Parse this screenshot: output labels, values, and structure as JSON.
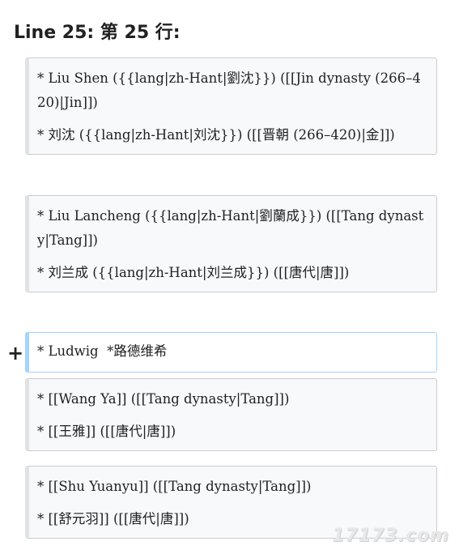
{
  "heading": "Line 25: 第 25 行:",
  "marker": "+",
  "blocks": [
    {
      "lines": [
        "* Liu Shen ({{lang|zh-Hant|劉沈}}) ([[Jin dynasty (266–420)|Jin]])",
        "* 刘沈 ({{lang|zh-Hant|刘沈}}) ([[晋朝 (266–420)|金]])"
      ]
    },
    {
      "lines": [
        "* Liu Lancheng ({{lang|zh-Hant|劉蘭成}}) ([[Tang dynasty|Tang]])",
        "* 刘兰成 ({{lang|zh-Hant|刘兰成}}) ([[唐代|唐]])"
      ]
    },
    {
      "lines": [
        "* Ludwig  *路德维希"
      ]
    },
    {
      "lines": [
        "* [[Wang Ya]] ([[Tang dynasty|Tang]])",
        "* [[王雅]] ([[唐代|唐]])"
      ]
    },
    {
      "lines": [
        "* [[Shu Yuanyu]] ([[Tang dynasty|Tang]])",
        "* [[舒元羽]] ([[唐代|唐]])"
      ]
    }
  ],
  "watermark": "17173.com"
}
